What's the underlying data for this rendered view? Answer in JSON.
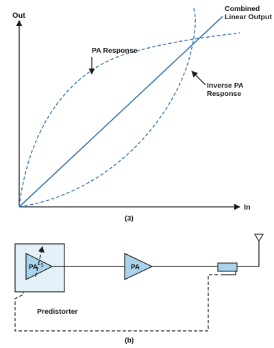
{
  "top_diagram": {
    "y_axis_label": "Out",
    "x_axis_label": "In",
    "combined_label_line1": "Combined",
    "combined_label_line2": "Linear Output",
    "pa_response_label": "PA Response",
    "inverse_label_line1": "Inverse PA",
    "inverse_label_line2": "Response",
    "caption": "(3)"
  },
  "bottom_diagram": {
    "predistorter_amp_label": "PA",
    "predistorter_amp_superscript": "−1",
    "pa_label": "PA",
    "predistorter_label": "Predistorter",
    "caption": "(b)"
  },
  "colors": {
    "curve_blue": "#2e6fad",
    "amp_fill": "#a9d4ec",
    "box_fill": "#e4f1f9",
    "ink": "#1a1a1a"
  }
}
